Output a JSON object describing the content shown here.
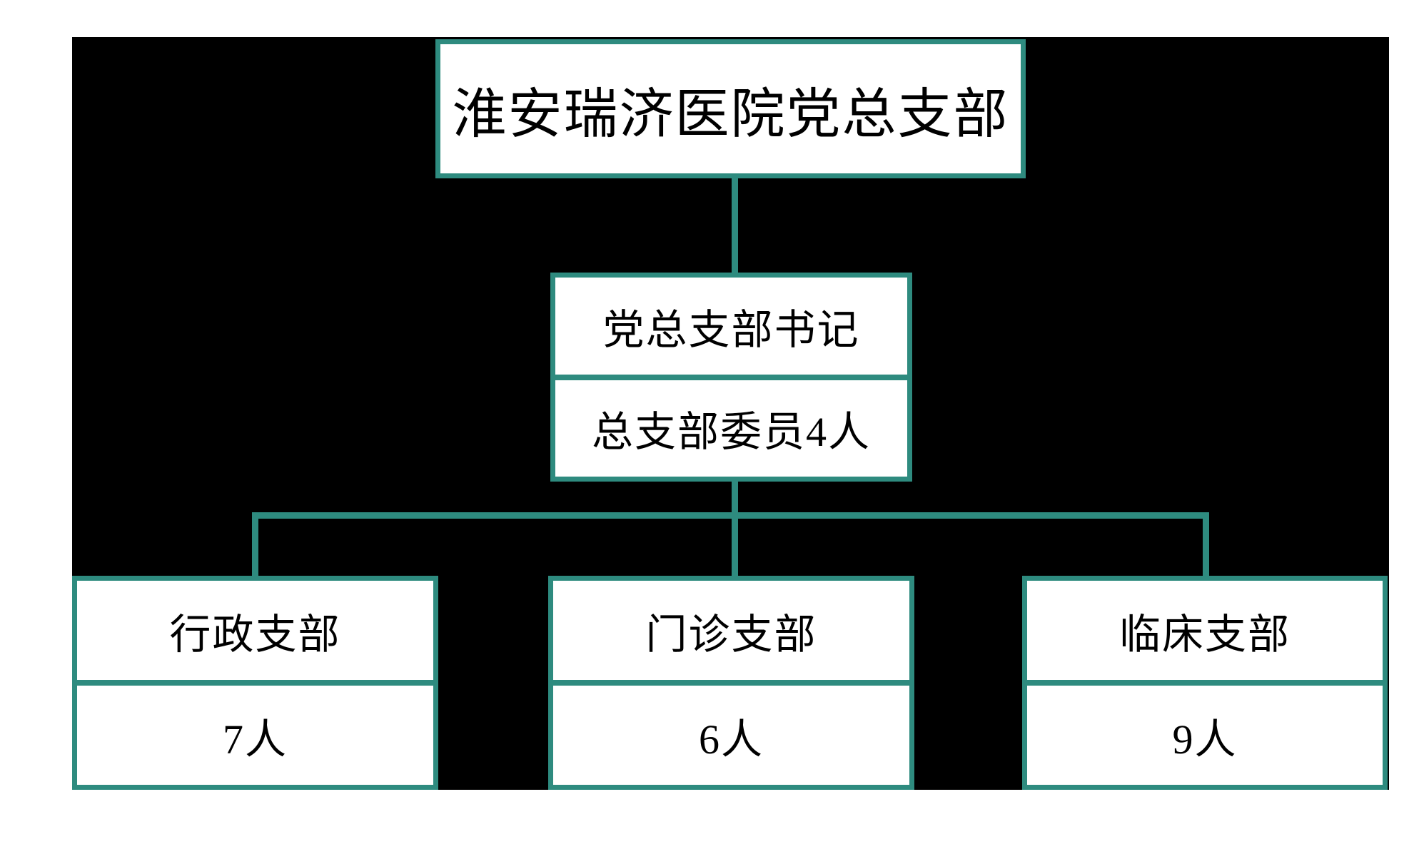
{
  "org": {
    "root": {
      "label": "淮安瑞济医院党总支部"
    },
    "secretary": {
      "title": "党总支部书记",
      "members": "总支部委员4人"
    },
    "branches": [
      {
        "name": "行政支部",
        "count": "7人"
      },
      {
        "name": "门诊支部",
        "count": "6人"
      },
      {
        "name": "临床支部",
        "count": "9人"
      }
    ]
  },
  "colors": {
    "accent_teal": "#2e8b7f",
    "panel_background": "#000000",
    "box_fill": "#ffffff",
    "text": "#000000",
    "page_background": "#ffffff"
  }
}
